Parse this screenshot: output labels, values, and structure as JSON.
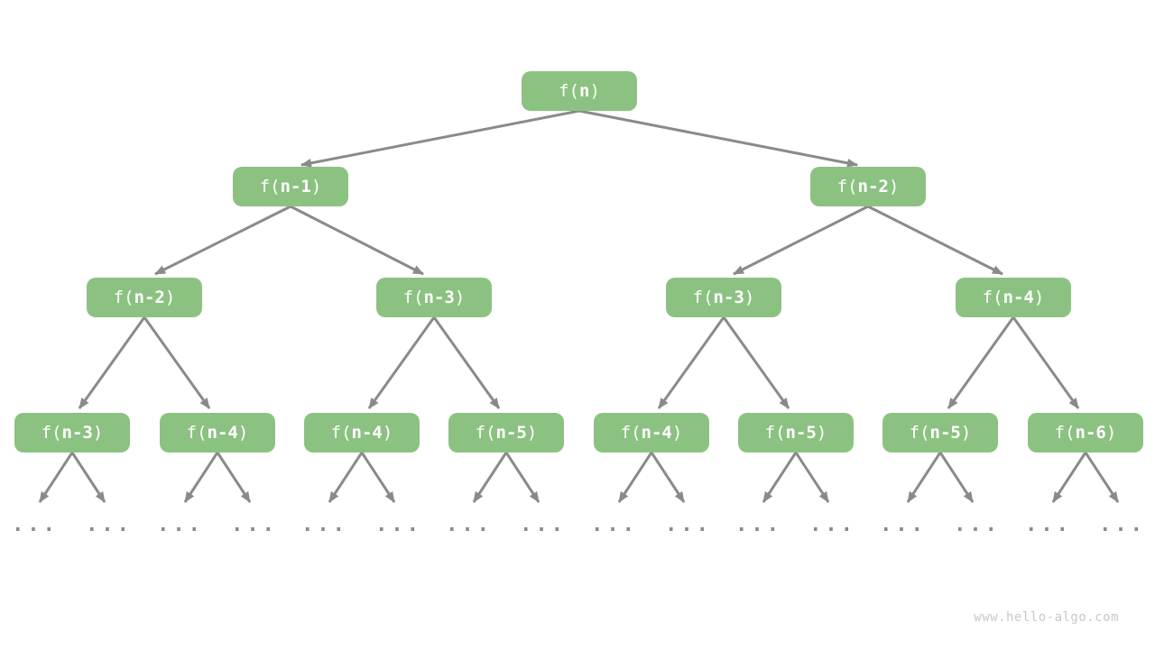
{
  "nodes": [
    {
      "prefix": "f(",
      "arg": "n",
      "suffix": ")"
    },
    {
      "prefix": "f(",
      "arg": "n-1",
      "suffix": ")"
    },
    {
      "prefix": "f(",
      "arg": "n-2",
      "suffix": ")"
    },
    {
      "prefix": "f(",
      "arg": "n-2",
      "suffix": ")"
    },
    {
      "prefix": "f(",
      "arg": "n-3",
      "suffix": ")"
    },
    {
      "prefix": "f(",
      "arg": "n-3",
      "suffix": ")"
    },
    {
      "prefix": "f(",
      "arg": "n-4",
      "suffix": ")"
    },
    {
      "prefix": "f(",
      "arg": "n-3",
      "suffix": ")"
    },
    {
      "prefix": "f(",
      "arg": "n-4",
      "suffix": ")"
    },
    {
      "prefix": "f(",
      "arg": "n-4",
      "suffix": ")"
    },
    {
      "prefix": "f(",
      "arg": "n-5",
      "suffix": ")"
    },
    {
      "prefix": "f(",
      "arg": "n-4",
      "suffix": ")"
    },
    {
      "prefix": "f(",
      "arg": "n-5",
      "suffix": ")"
    },
    {
      "prefix": "f(",
      "arg": "n-5",
      "suffix": ")"
    },
    {
      "prefix": "f(",
      "arg": "n-6",
      "suffix": ")"
    }
  ],
  "ellipsis": "...",
  "watermark": "www.hello-algo.com",
  "colors": {
    "background": "#ffffff",
    "node_fill": "#8cc281",
    "node_text": "#ffffff",
    "arrow": "#8a8a8a",
    "watermark": "#c8c8c8"
  }
}
